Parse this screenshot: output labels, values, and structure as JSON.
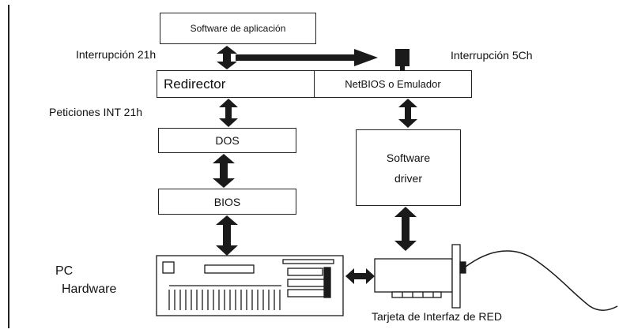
{
  "diagram": {
    "boxes": {
      "software_aplicacion": "Software de aplicación",
      "redirector": "Redirector",
      "netbios": "NetBIOS o Emulador",
      "dos": "DOS",
      "bios": "BIOS",
      "software_driver_line1": "Software",
      "software_driver_line2": "driver"
    },
    "labels": {
      "interrupcion_21h": "Interrupción 21h",
      "interrupcion_5ch": "Interrupción 5Ch",
      "peticiones_int_21h": "Peticiones INT 21h",
      "pc": "PC",
      "hardware": "Hardware",
      "tarjeta": "Tarjeta de Interfaz de RED"
    },
    "colors": {
      "ink": "#111111",
      "arrow": "#1a1a1a",
      "paper": "#ffffff"
    }
  }
}
